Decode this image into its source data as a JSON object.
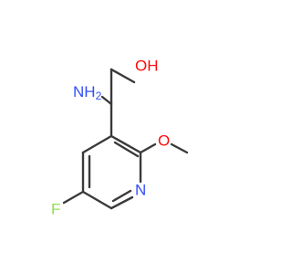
{
  "molecule": {
    "atoms": {
      "hydroxyl": {
        "text": "OH",
        "color": "#ff0d0d"
      },
      "amine": {
        "text": "NH",
        "subscript": "2",
        "color": "#3050f8"
      },
      "fluorine": {
        "text": "F",
        "color": "#90e050"
      },
      "ring_nitrogen": {
        "text": "N",
        "color": "#3050f8"
      },
      "ether_oxygen": {
        "text": "O",
        "color": "#ff0d0d"
      }
    },
    "bond_color": "#3a3a3a"
  }
}
